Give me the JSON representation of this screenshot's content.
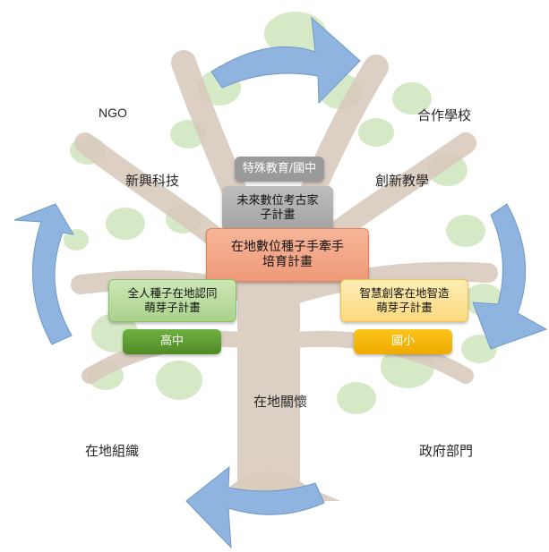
{
  "labels": {
    "ngo": "NGO",
    "school": "合作學校",
    "tech": "新興科技",
    "teaching": "創新教學",
    "local_care": "在地關懷",
    "local_org": "在地組織",
    "gov": "政府部門"
  },
  "boxes": {
    "special_ed": {
      "line1": "特殊教育/國中"
    },
    "future_archaeologist": {
      "line1": "未來數位考古家",
      "line2": "子計畫"
    },
    "seed_main": {
      "line1": "在地數位種子手牽手",
      "line2": "培育計畫"
    },
    "whole_person": {
      "line1": "全人種子在地認同",
      "line2": "萌芽子計畫"
    },
    "smart_maker": {
      "line1": "智慧創客在地智造",
      "line2": "萌芽子計畫"
    },
    "high_school": {
      "line1": "高中"
    },
    "elementary": {
      "line1": "國小"
    }
  },
  "colors": {
    "trunk": "#d8c9bd",
    "leaf": "#c6e2b0",
    "arrow": "#8eb3de",
    "gray_box": "#9c9c9c",
    "orange_box": "#f2a98a",
    "green_box": "#b9dba0",
    "yellow_box": "#fbe39a",
    "green_tag": "#5c9b32",
    "yellow_tag": "#f2b400"
  }
}
